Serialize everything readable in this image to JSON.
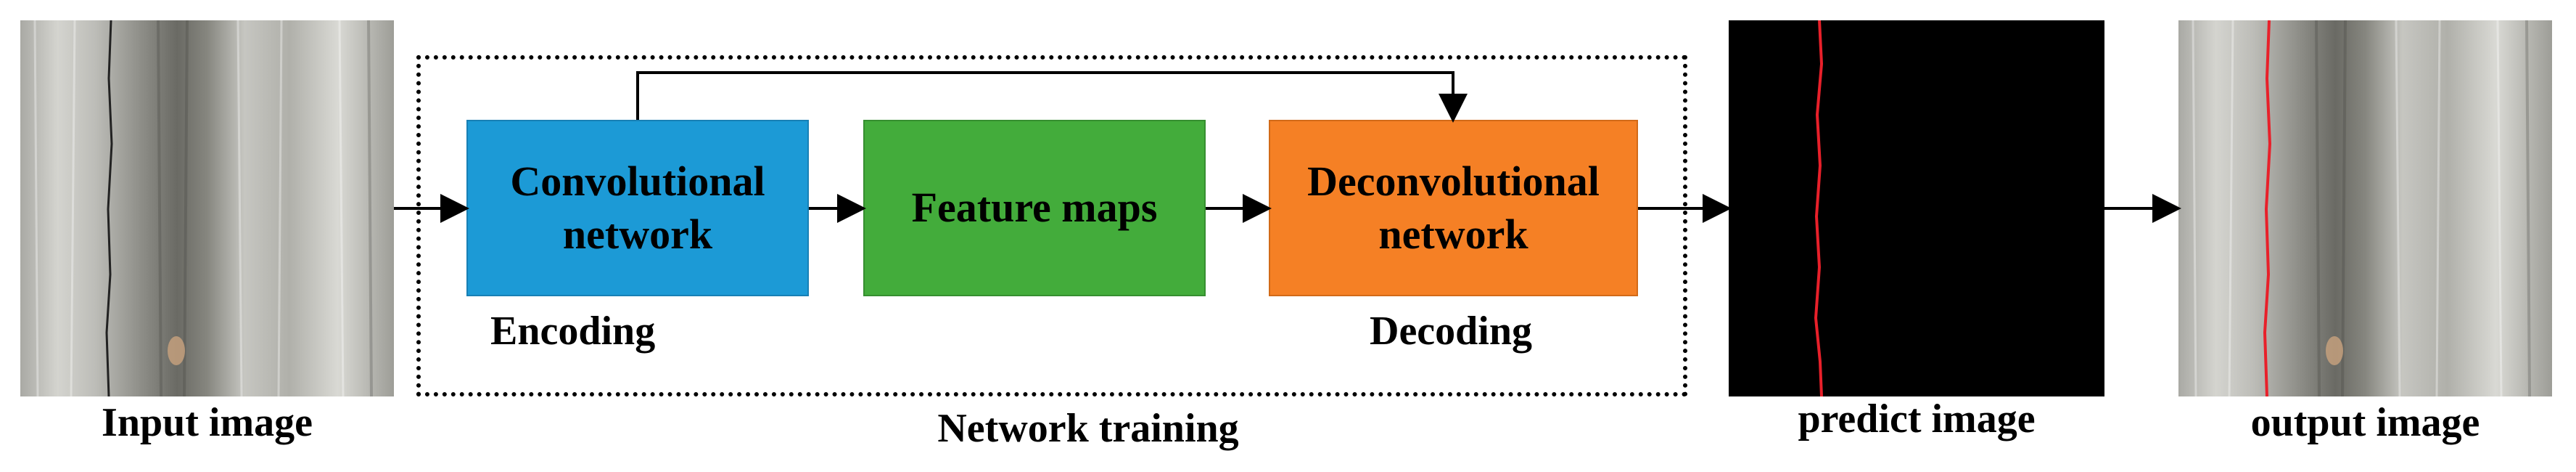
{
  "stages": {
    "input_caption": "Input image",
    "predict_caption": "predict image",
    "output_caption": "output image"
  },
  "network": {
    "caption": "Network training",
    "encoder_label": "Convolutional network",
    "encoder_line1": "Convolutional",
    "encoder_line2": "network",
    "feature_label": "Feature maps",
    "decoder_line1": "Deconvolutional",
    "decoder_line2": "network",
    "encoding_label": "Encoding",
    "decoding_label": "Decoding"
  },
  "colors": {
    "encoder_fill": "#1c9ad6",
    "feature_fill": "#43ac3b",
    "decoder_fill": "#f58025",
    "crack_line": "#e8202a",
    "predict_background": "#000000"
  }
}
